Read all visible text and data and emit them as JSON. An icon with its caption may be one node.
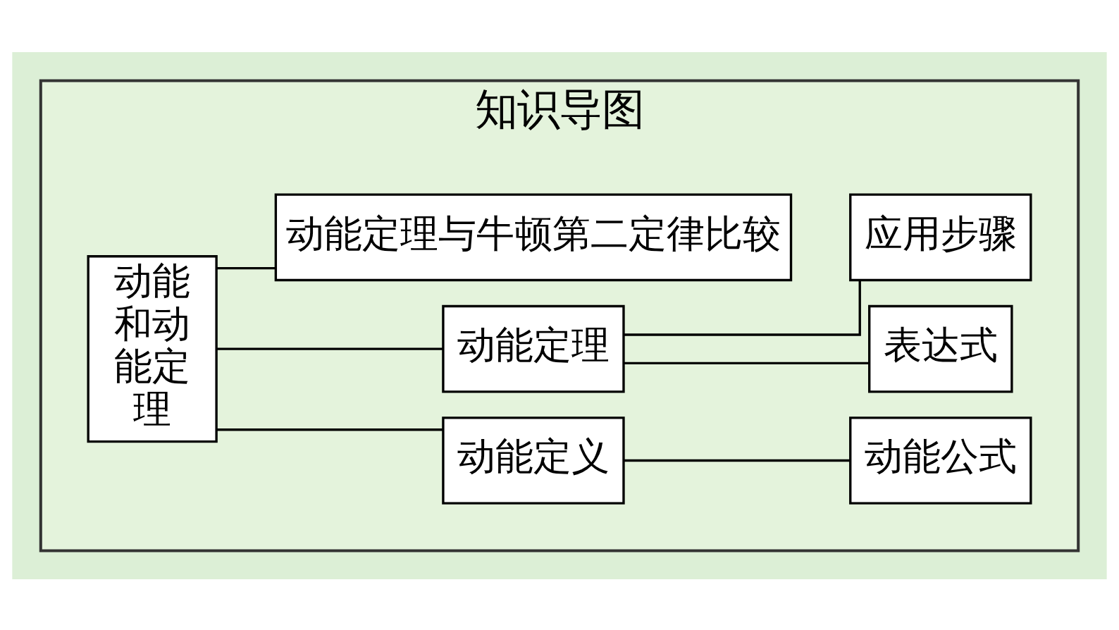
{
  "diagram": {
    "nodes": [
      {
        "text": [
          "知识导图"
        ]
      },
      {
        "text": [
          "动能和动能定理"
        ],
        "in": 0
      },
      {
        "text": [
          "动能定义"
        ],
        "in": 0
      },
      {
        "text": [
          "动能公式"
        ],
        "in": 0
      },
      {
        "text": [
          "动能定理"
        ],
        "in": 0
      },
      {
        "text": [
          "表达式"
        ],
        "in": 0
      },
      {
        "text": [
          "应用步骤"
        ],
        "in": 0
      },
      {
        "text": [
          "动能定理与牛顿第二定律比较"
        ],
        "in": 0
      }
    ],
    "edges": [
      {
        "from": 1,
        "to": 2,
        "arrow": "none"
      },
      {
        "from": 2,
        "to": 3,
        "arrow": "none"
      },
      {
        "from": 1,
        "to": 4,
        "arrow": "none"
      },
      {
        "from": 4,
        "to": 5,
        "arrow": "none"
      },
      {
        "from": 4,
        "to": 6,
        "arrow": "none"
      },
      {
        "from": 1,
        "to": 7,
        "arrow": "none"
      }
    ]
  }
}
